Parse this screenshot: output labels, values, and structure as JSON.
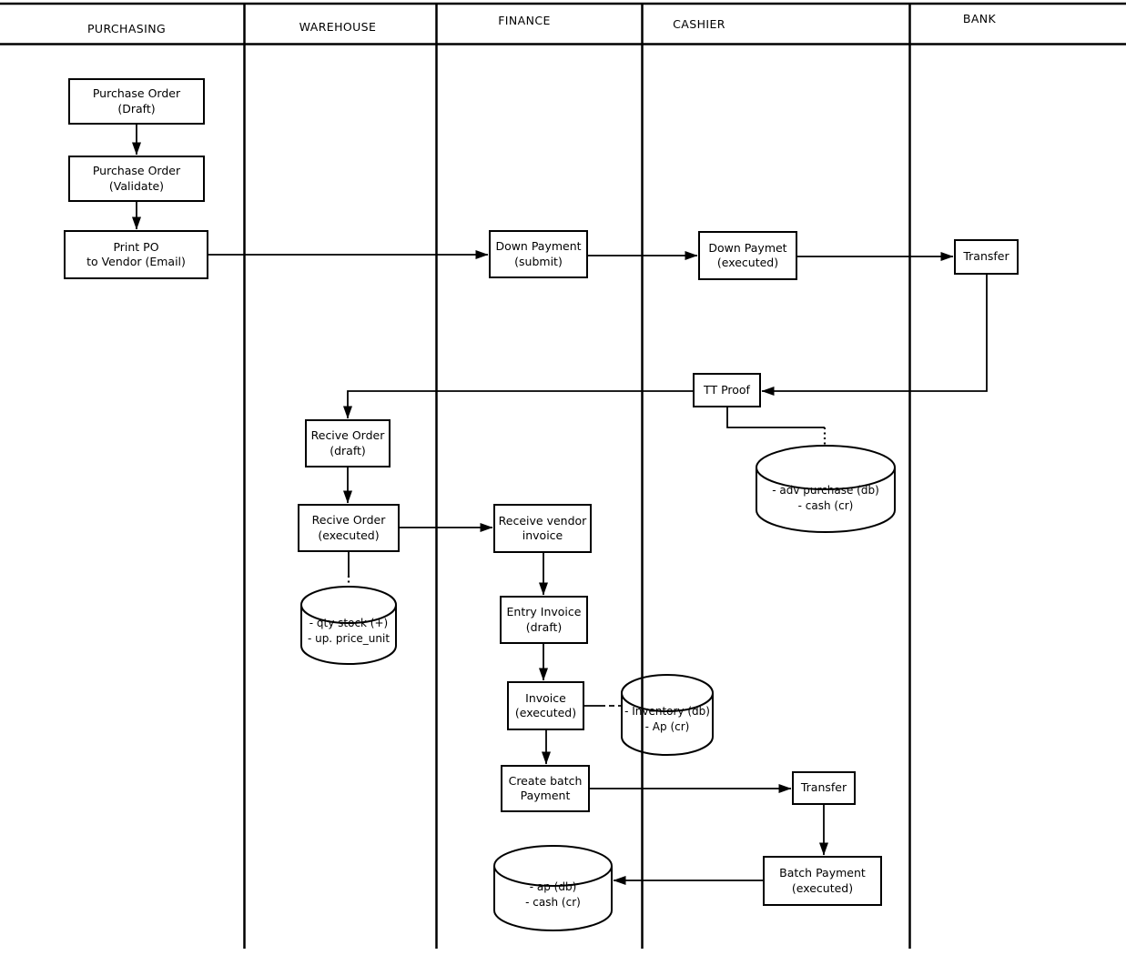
{
  "diagram": {
    "type": "swimlane-flowchart",
    "colors": {
      "stroke": "#000000",
      "background": "#ffffff"
    },
    "lanes": [
      {
        "id": "purchasing",
        "label": "PURCHASING"
      },
      {
        "id": "warehouse",
        "label": "WAREHOUSE"
      },
      {
        "id": "finance",
        "label": "FINANCE"
      },
      {
        "id": "cashier",
        "label": "CASHIER"
      },
      {
        "id": "bank",
        "label": "BANK"
      }
    ],
    "nodes": [
      {
        "id": "po-draft",
        "lane": "PURCHASING",
        "label": "Purchase Order\n(Draft)"
      },
      {
        "id": "po-validate",
        "lane": "PURCHASING",
        "label": "Purchase Order\n(Validate)"
      },
      {
        "id": "print-po",
        "lane": "PURCHASING",
        "label": "Print PO\nto Vendor (Email)"
      },
      {
        "id": "down-payment-submit",
        "lane": "FINANCE",
        "label": "Down Payment\n(submit)"
      },
      {
        "id": "down-paymet-executed",
        "lane": "CASHIER",
        "label": "Down Paymet\n(executed)"
      },
      {
        "id": "transfer-bank",
        "lane": "BANK",
        "label": "Transfer"
      },
      {
        "id": "tt-proof",
        "lane": "CASHIER",
        "label": "TT Proof"
      },
      {
        "id": "recive-order-draft",
        "lane": "WAREHOUSE",
        "label": "Recive Order\n(draft)"
      },
      {
        "id": "recive-order-executed",
        "lane": "WAREHOUSE",
        "label": "Recive Order\n(executed)"
      },
      {
        "id": "receive-vendor-invoice",
        "lane": "FINANCE",
        "label": "Receive vendor\ninvoice"
      },
      {
        "id": "entry-invoice-draft",
        "lane": "FINANCE",
        "label": "Entry Invoice\n(draft)"
      },
      {
        "id": "invoice-executed",
        "lane": "FINANCE",
        "label": "Invoice\n(executed)"
      },
      {
        "id": "create-batch-payment",
        "lane": "FINANCE",
        "label": "Create batch\nPayment"
      },
      {
        "id": "transfer-cashier",
        "lane": "CASHIER",
        "label": "Transfer"
      },
      {
        "id": "batch-payment-executed",
        "lane": "CASHIER",
        "label": "Batch Payment\n(executed)"
      }
    ],
    "datastores": [
      {
        "id": "adv-purchase",
        "lane": "CASHIER",
        "label": "- adv purchase (db)\n- cash (cr)"
      },
      {
        "id": "qty-stock",
        "lane": "WAREHOUSE",
        "label": "- qty stock (+)\n- up. price_unit"
      },
      {
        "id": "inventory",
        "lane": "CASHIER",
        "label": "- Inventory (db)\n- Ap (cr)"
      },
      {
        "id": "ap-cash",
        "lane": "FINANCE",
        "label": "- ap (db)\n- cash (cr)"
      }
    ],
    "edges": [
      {
        "from": "po-draft",
        "to": "po-validate",
        "style": "arrow"
      },
      {
        "from": "po-validate",
        "to": "print-po",
        "style": "arrow"
      },
      {
        "from": "print-po",
        "to": "down-payment-submit",
        "style": "arrow"
      },
      {
        "from": "down-payment-submit",
        "to": "down-paymet-executed",
        "style": "arrow"
      },
      {
        "from": "down-paymet-executed",
        "to": "transfer-bank",
        "style": "arrow"
      },
      {
        "from": "transfer-bank",
        "to": "tt-proof",
        "style": "arrow"
      },
      {
        "from": "tt-proof",
        "to": "recive-order-draft",
        "style": "arrow"
      },
      {
        "from": "tt-proof",
        "to": "adv-purchase",
        "style": "solid-then-dotted"
      },
      {
        "from": "recive-order-draft",
        "to": "recive-order-executed",
        "style": "arrow"
      },
      {
        "from": "recive-order-executed",
        "to": "receive-vendor-invoice",
        "style": "arrow"
      },
      {
        "from": "recive-order-executed",
        "to": "qty-stock",
        "style": "solid-then-dotted"
      },
      {
        "from": "receive-vendor-invoice",
        "to": "entry-invoice-draft",
        "style": "arrow"
      },
      {
        "from": "entry-invoice-draft",
        "to": "invoice-executed",
        "style": "arrow"
      },
      {
        "from": "invoice-executed",
        "to": "inventory",
        "style": "solid-then-dashed"
      },
      {
        "from": "invoice-executed",
        "to": "create-batch-payment",
        "style": "arrow"
      },
      {
        "from": "create-batch-payment",
        "to": "transfer-cashier",
        "style": "arrow"
      },
      {
        "from": "transfer-cashier",
        "to": "batch-payment-executed",
        "style": "arrow"
      },
      {
        "from": "batch-payment-executed",
        "to": "ap-cash",
        "style": "arrow"
      }
    ]
  }
}
